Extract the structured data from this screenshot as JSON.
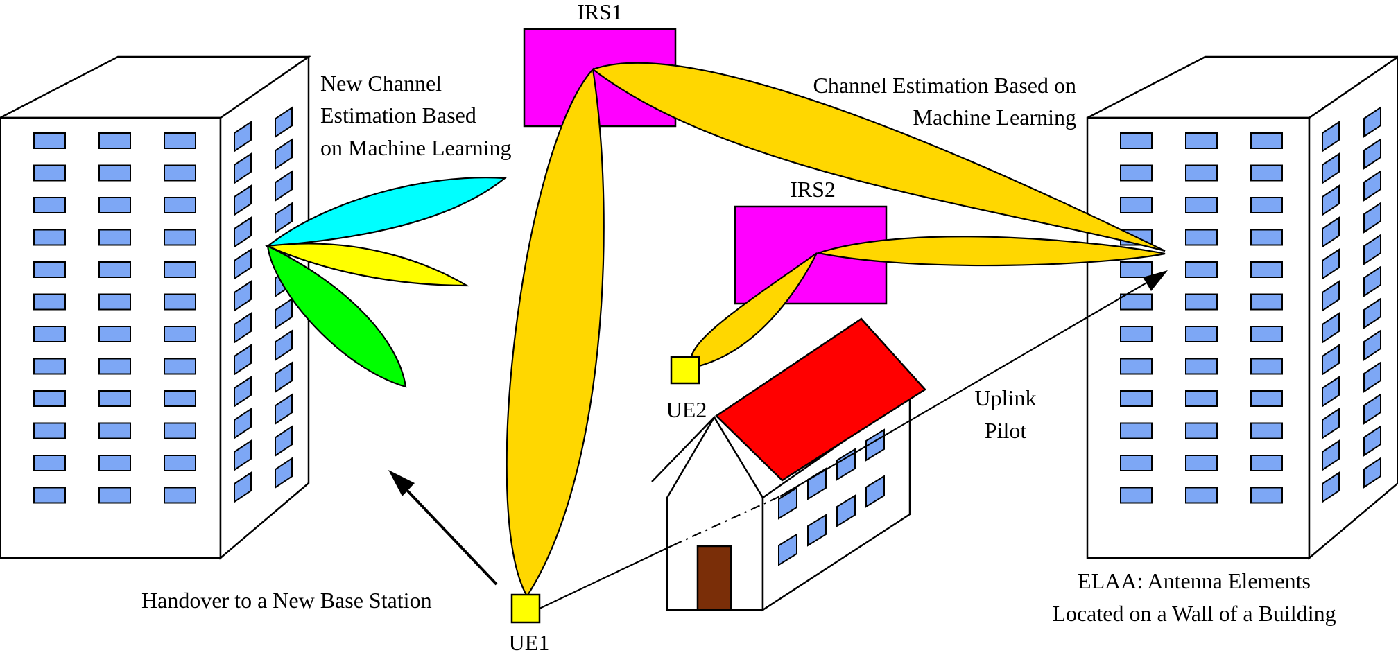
{
  "labels": {
    "irs1": "IRS1",
    "irs2": "IRS2",
    "ue1": "UE1",
    "ue2": "UE2",
    "new_channel": [
      "New Channel",
      "Estimation Based",
      "on Machine Learning"
    ],
    "channel_est": [
      "Channel Estimation Based on",
      "Machine Learning"
    ],
    "uplink": [
      "Uplink",
      "Pilot"
    ],
    "handover": "Handover to a New Base Station",
    "elaa": [
      "ELAA: Antenna Elements",
      "Located on a Wall of a Building"
    ]
  },
  "colors": {
    "irs": "#ff00ff",
    "ue": "#ffff00",
    "beam": "#ffd700",
    "beam_cyan": "#00ffff",
    "beam_yellow": "#ffff00",
    "beam_green": "#00ff00",
    "window": "#7da7f5",
    "roof": "#ff0000",
    "door": "#7a2e08"
  }
}
